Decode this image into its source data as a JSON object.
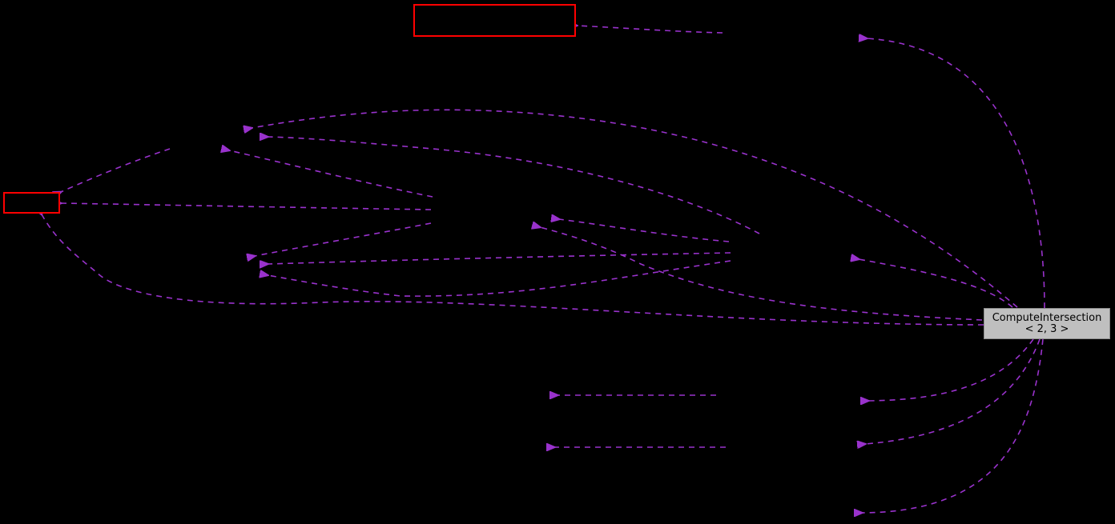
{
  "diagram": {
    "type": "collaboration-graph",
    "background": "#000000",
    "edge_color": "#9932cc",
    "edge_style": "dashed",
    "focus_node": {
      "line1": "ComputeIntersection",
      "line2": "< 2, 3 >",
      "fill": "#bfbfbf"
    },
    "outlined_nodes": [
      {
        "label": "",
        "border_color": "#ff0000"
      },
      {
        "label": "",
        "border_color": "#ff0000"
      }
    ]
  }
}
